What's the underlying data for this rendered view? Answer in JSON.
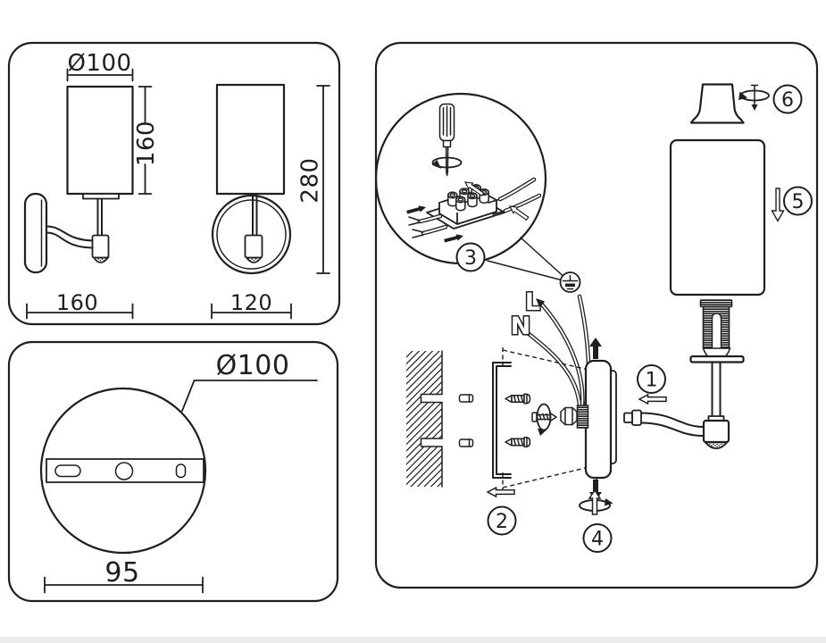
{
  "colors": {
    "ink": "#1f1f1f",
    "paper": "#ffffff",
    "footer_strip": "#ececec"
  },
  "panels": {
    "dimensions_views": {
      "shade_diameter": "Ø100",
      "shade_height": "160",
      "overall_height": "280",
      "overall_depth": "160",
      "front_width": "120"
    },
    "backplate": {
      "plate_diameter": "Ø100",
      "hole_spacing": "95"
    },
    "installation": {
      "wire_live": "L",
      "wire_neutral": "N",
      "steps": [
        {
          "number": "1"
        },
        {
          "number": "2"
        },
        {
          "number": "3"
        },
        {
          "number": "4"
        },
        {
          "number": "5"
        },
        {
          "number": "6"
        }
      ]
    }
  }
}
